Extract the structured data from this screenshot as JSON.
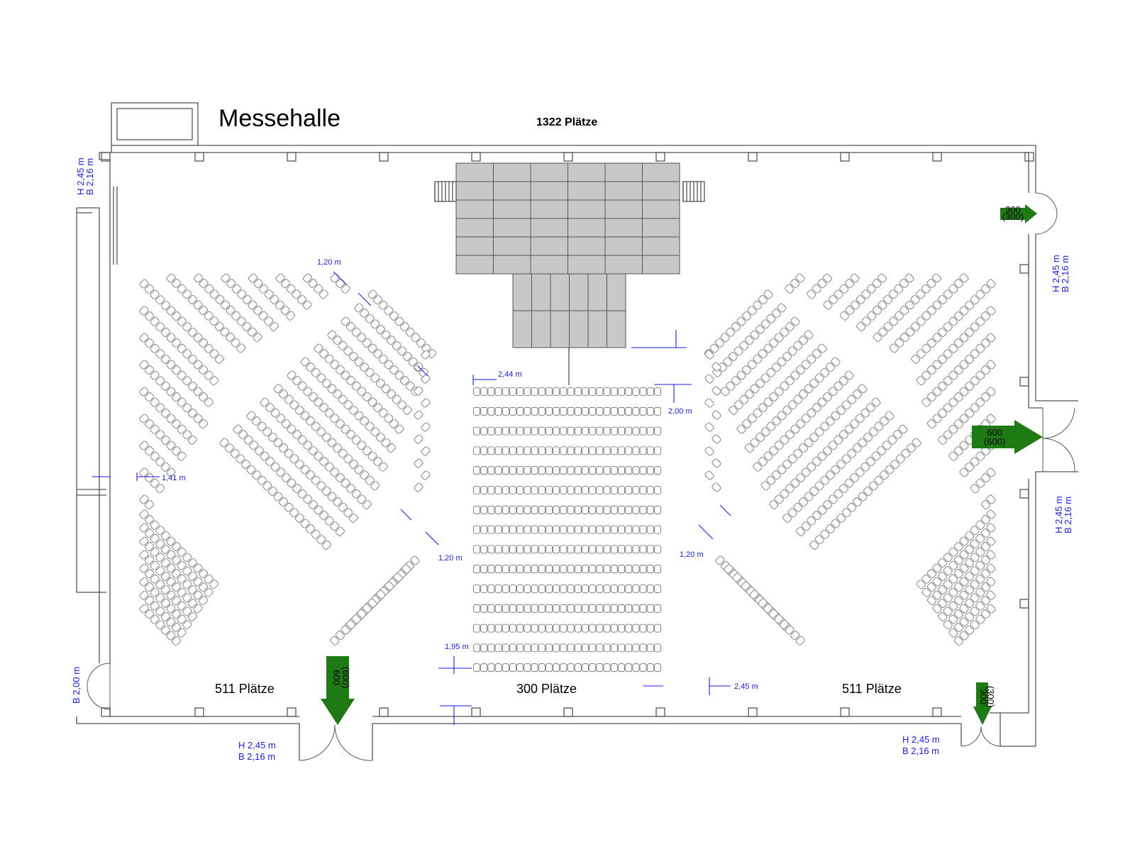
{
  "title": "Messehalle",
  "total_seats": "1322 Plätze",
  "zones": {
    "left": "511 Plätze",
    "center": "300 Plätze",
    "right": "511 Plätze"
  },
  "door_labels": {
    "top_left_h": "H 2,45 m",
    "top_left_b": "B 2,16 m",
    "right_upper_h": "H 2,45 m",
    "right_upper_b": "B 2,16 m",
    "right_lower_h": "H 2,45 m",
    "right_lower_b": "B 2,16 m",
    "left_bottom_b": "B 2,00 m",
    "bottom_main_h": "H 2,45 m",
    "bottom_main_b": "B 2,16 m",
    "bottom_right_h": "H 2,45 m",
    "bottom_right_b": "B 2,16 m"
  },
  "dimensions": {
    "d_120_top": "1,20 m",
    "d_244": "2,44 m",
    "d_200": "2,00 m",
    "d_141": "1,41 m",
    "d_120_left": "1,20 m",
    "d_120_right": "1,20 m",
    "d_195": "1,95 m",
    "d_245": "2,45 m"
  },
  "exits": {
    "top_right_capacity": "300",
    "top_right_sub": "(300)",
    "right_main_capacity": "600",
    "right_main_sub": "(600)",
    "bottom_main_capacity": "600",
    "bottom_main_sub": "(600)",
    "bottom_right_capacity": "300",
    "bottom_right_sub": "(300)"
  },
  "colors": {
    "exit_arrow": "#1e7a12",
    "dimension": "#1a1aff",
    "stage": "#c8c8c8"
  }
}
